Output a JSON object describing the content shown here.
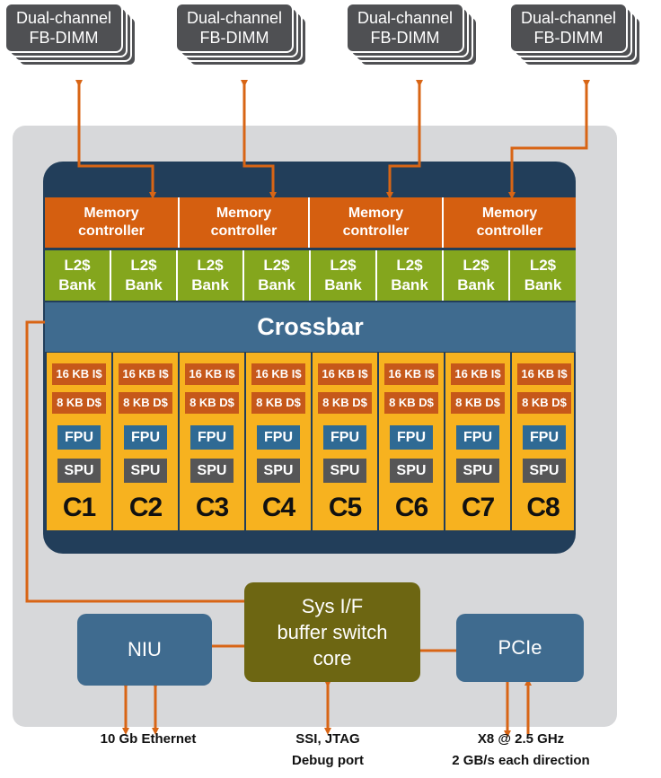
{
  "dimms": [
    {
      "line1": "Dual-channel",
      "line2": "FB-DIMM"
    },
    {
      "line1": "Dual-channel",
      "line2": "FB-DIMM"
    },
    {
      "line1": "Dual-channel",
      "line2": "FB-DIMM"
    },
    {
      "line1": "Dual-channel",
      "line2": "FB-DIMM"
    }
  ],
  "memory_controllers": [
    {
      "line1": "Memory",
      "line2": "controller"
    },
    {
      "line1": "Memory",
      "line2": "controller"
    },
    {
      "line1": "Memory",
      "line2": "controller"
    },
    {
      "line1": "Memory",
      "line2": "controller"
    }
  ],
  "l2_banks": [
    {
      "line1": "L2$",
      "line2": "Bank"
    },
    {
      "line1": "L2$",
      "line2": "Bank"
    },
    {
      "line1": "L2$",
      "line2": "Bank"
    },
    {
      "line1": "L2$",
      "line2": "Bank"
    },
    {
      "line1": "L2$",
      "line2": "Bank"
    },
    {
      "line1": "L2$",
      "line2": "Bank"
    },
    {
      "line1": "L2$",
      "line2": "Bank"
    },
    {
      "line1": "L2$",
      "line2": "Bank"
    }
  ],
  "crossbar": "Crossbar",
  "cores": [
    {
      "icache": "16 KB I$",
      "dcache": "8 KB D$",
      "fpu": "FPU",
      "spu": "SPU",
      "name": "C1"
    },
    {
      "icache": "16 KB I$",
      "dcache": "8 KB D$",
      "fpu": "FPU",
      "spu": "SPU",
      "name": "C2"
    },
    {
      "icache": "16 KB I$",
      "dcache": "8 KB D$",
      "fpu": "FPU",
      "spu": "SPU",
      "name": "C3"
    },
    {
      "icache": "16 KB I$",
      "dcache": "8 KB D$",
      "fpu": "FPU",
      "spu": "SPU",
      "name": "C4"
    },
    {
      "icache": "16 KB I$",
      "dcache": "8 KB D$",
      "fpu": "FPU",
      "spu": "SPU",
      "name": "C5"
    },
    {
      "icache": "16 KB I$",
      "dcache": "8 KB D$",
      "fpu": "FPU",
      "spu": "SPU",
      "name": "C6"
    },
    {
      "icache": "16 KB I$",
      "dcache": "8 KB D$",
      "fpu": "FPU",
      "spu": "SPU",
      "name": "C7"
    },
    {
      "icache": "16 KB I$",
      "dcache": "8 KB D$",
      "fpu": "FPU",
      "spu": "SPU",
      "name": "C8"
    }
  ],
  "sys_if": {
    "line1": "Sys I/F",
    "line2": "buffer switch",
    "line3": "core"
  },
  "niu": "NIU",
  "pcie": "PCIe",
  "labels": {
    "ethernet": "10 Gb Ethernet",
    "debug_line1": "SSI, JTAG",
    "debug_line2": "Debug port",
    "pcie_line1": "X8 @ 2.5 GHz",
    "pcie_line2": "2 GB/s each direction"
  },
  "colors": {
    "chip_bg": "#d7d8da",
    "memory_controller": "#d55f10",
    "l2_bank": "#84a61d",
    "crossbar": "#3f6b8f",
    "core": "#f7b21f",
    "sys_if": "#6d6612",
    "io_block": "#3f6b8f",
    "arrow": "#d86515"
  }
}
